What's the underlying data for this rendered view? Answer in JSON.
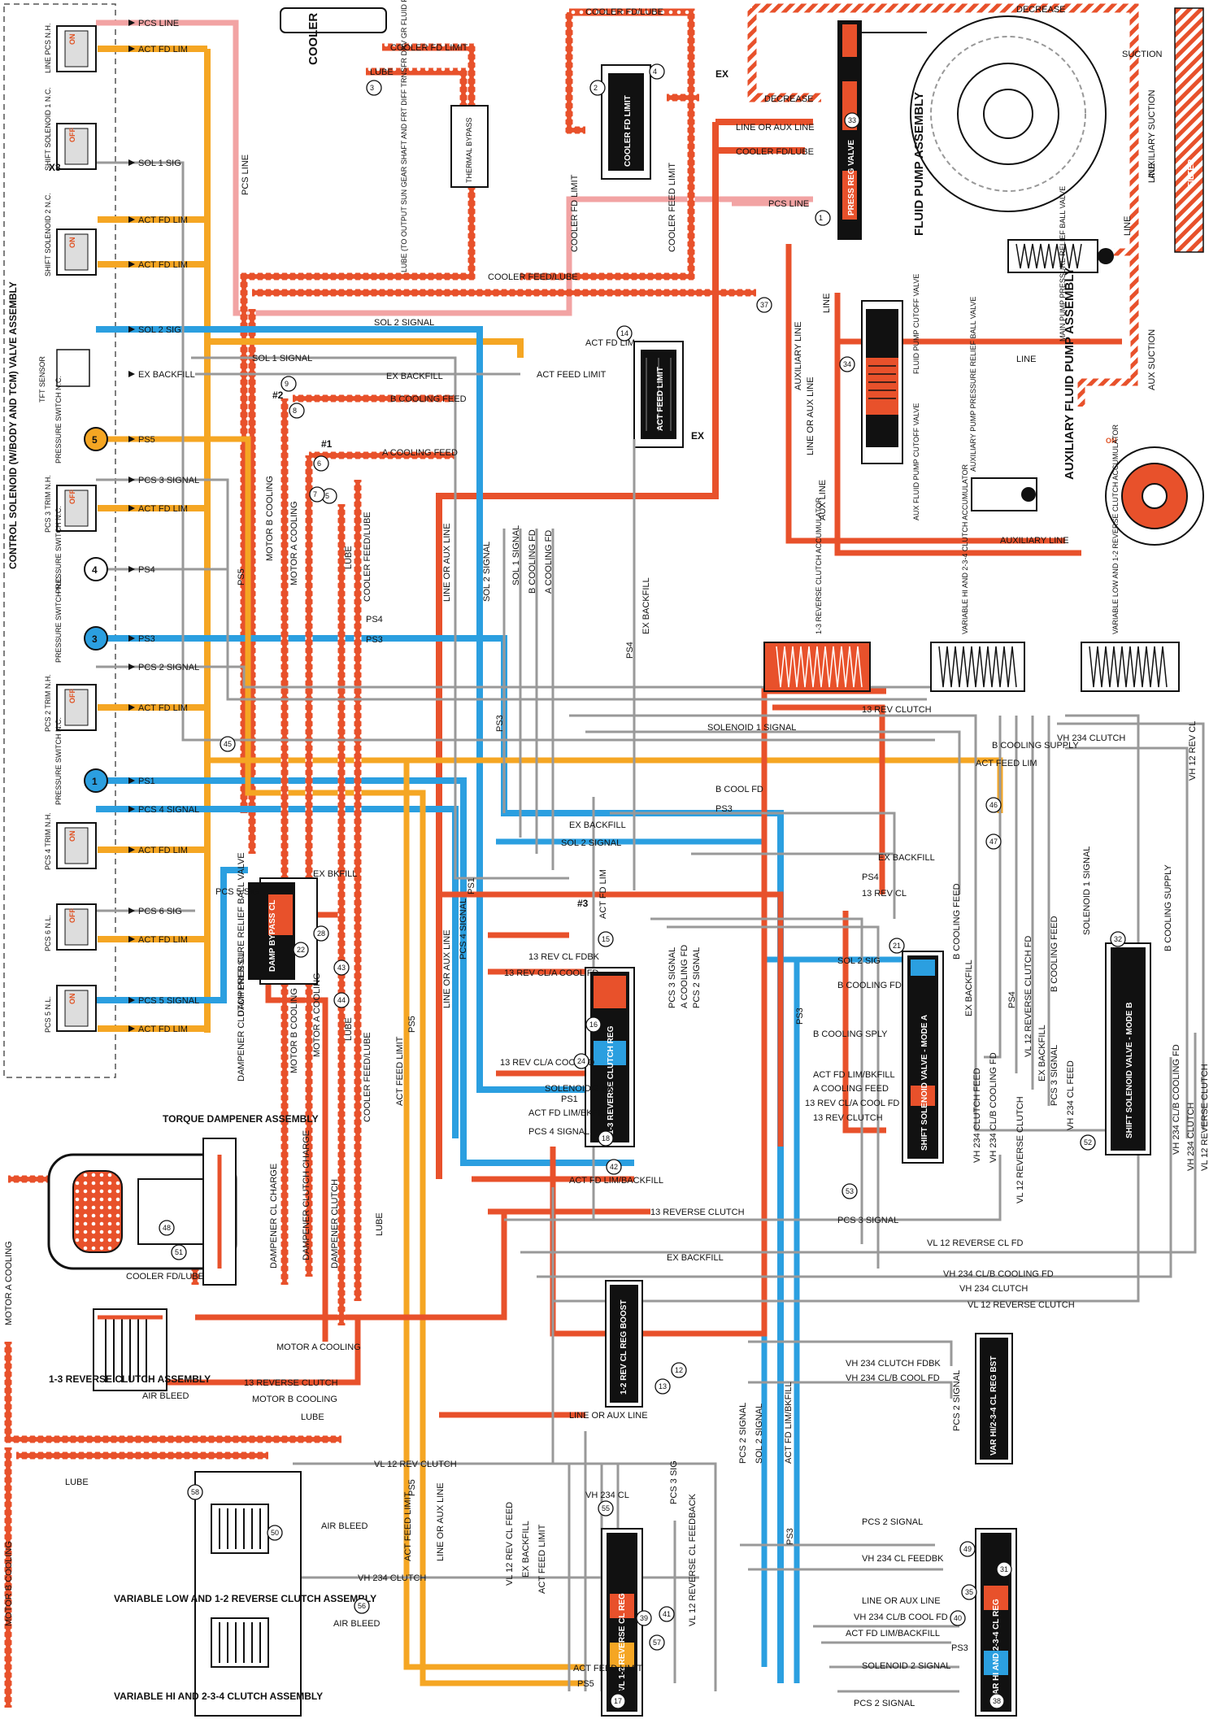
{
  "colors": {
    "orange": "#f5a623",
    "blue": "#2b9fe0",
    "red": "#e8512b",
    "pink": "#f2a3a3",
    "gray": "#999999",
    "black": "#111111"
  },
  "assembly_title": "CONTROL SOLENOID (W/BODY AND TCM) VALVE ASSEMBLY",
  "solenoids": [
    {
      "name": "LINE PCS N.H.",
      "state": "ON"
    },
    {
      "name": "SHIFT SOLENOID 1 N.C.",
      "state": "OFF"
    },
    {
      "name": "SHIFT SOLENOID 2 N.C.",
      "state": "ON"
    },
    {
      "name": "TFT SENSOR",
      "state": ""
    },
    {
      "name": "PRESSURE SWITCH N.C.",
      "state": "5"
    },
    {
      "name": "PCS 3 TRIM N.H.",
      "state": "OFF"
    },
    {
      "name": "PRESSURE SWITCH N.C.",
      "state": "4"
    },
    {
      "name": "PRESSURE SWITCH N.C.",
      "state": "3"
    },
    {
      "name": "PCS 2 TRIM N.H.",
      "state": "OFF"
    },
    {
      "name": "PRESSURE SWITCH N.C.",
      "state": "1"
    },
    {
      "name": "PCS 4 TRIM N.H.",
      "state": "ON"
    },
    {
      "name": "PCS 6 N.L.",
      "state": "OFF"
    },
    {
      "name": "PCS 5 N.L.",
      "state": "ON"
    }
  ],
  "left_lines": [
    {
      "label": "PCS LINE",
      "color": "pink"
    },
    {
      "label": "ACT FD LIM",
      "color": "orange"
    },
    {
      "label": "SOL 1 SIG",
      "color": "gray"
    },
    {
      "label": "ACT FD LIM",
      "color": "orange"
    },
    {
      "label": "ACT FD LIM",
      "color": "orange"
    },
    {
      "label": "SOL 2 SIG",
      "color": "blue"
    },
    {
      "label": "EX BACKFILL",
      "color": "gray"
    },
    {
      "label": "PS5",
      "color": "orange"
    },
    {
      "label": "PCS 3 SIGNAL",
      "color": "gray"
    },
    {
      "label": "ACT FD LIM",
      "color": "orange"
    },
    {
      "label": "PS4",
      "color": "gray"
    },
    {
      "label": "PS3",
      "color": "blue"
    },
    {
      "label": "PCS 2 SIGNAL",
      "color": "gray"
    },
    {
      "label": "ACT FD LIM",
      "color": "orange"
    },
    {
      "label": "PS1",
      "color": "blue"
    },
    {
      "label": "PCS 4 SIGNAL",
      "color": "blue"
    },
    {
      "label": "ACT FD LIM",
      "color": "orange"
    },
    {
      "label": "PCS 6 SIG",
      "color": "gray"
    },
    {
      "label": "ACT FD LIM",
      "color": "orange"
    },
    {
      "label": "PCS 5 SIGNAL",
      "color": "blue"
    },
    {
      "label": "ACT FD LIM",
      "color": "orange"
    }
  ],
  "top": {
    "cooler": "COOLER",
    "cooler_fd_limit": "COOLER FD LIMIT",
    "lube": "LUBE",
    "cooler_fd_lube": "COOLER FD/LUBE",
    "thermal_bypass": "THERMAL BYPASS",
    "lube_note": "LUBE (TO OUTPUT SUN GEAR SHAFT AND FRT DIFF TRNSFR DRV GR FLUID PSG ASSM)",
    "cooler_fd_limit_valve": "COOLER FD LIMIT",
    "cooler_feed_limit": "COOLER FEED LIMIT",
    "cooler_fd_limit_v": "COOLER FD LIMIT",
    "pcs_line": "PCS LINE",
    "cooler_feed_lube": "COOLER FEED/LUBE",
    "sol2_signal": "SOL 2 SIGNAL",
    "act_fd_lim": "ACT FD LIM",
    "sol1_signal": "SOL 1 SIGNAL",
    "ex_backfill": "EX BACKFILL",
    "act_feed_limit": "ACT FEED LIMIT",
    "act_feed_limit_valve": "ACT FEED LIMIT",
    "b_cooling_feed": "B COOLING FEED",
    "a_cooling_feed": "A COOLING FEED",
    "line_or_aux": "LINE OR AUX LINE",
    "motor_b_cooling": "MOTOR B COOLING",
    "motor_a_cooling": "MOTOR A COOLING",
    "lube_v": "LUBE",
    "cooler_feed_lube_v": "COOLER FEED/LUBE",
    "ps5": "PS5",
    "sol2_signal_v": "SOL 2 SIGNAL",
    "sol1_signal_v": "SOL 1 SIGNAL",
    "b_cooling_fd_v": "B COOLING FD",
    "a_cooling_fd_v": "A COOLING FD",
    "ex_backfill_v": "EX BACKFILL",
    "ps4_v": "PS4",
    "ps3_v": "PS3",
    "ps4_h": "PS4",
    "ps3_h": "PS3"
  },
  "pump": {
    "decrease": "DECREASE",
    "decrease2": "DECREASE",
    "suction": "SUCTION",
    "aux_suction": "AUXILIARY SUCTION",
    "aux_suction2": "AUX SUCTION",
    "filter": "FILTER",
    "line_or_aux": "LINE OR AUX LINE",
    "cooler_fd_lube": "COOLER FD/LUBE",
    "pcs_line": "PCS LINE",
    "press_reg_valve": "PRESS REG VALVE",
    "fluid_pump_assembly": "FLUID PUMP ASSEMBLY",
    "main_pump_relief": "MAIN PUMP PRESSURE RELIEF BALL VALVE",
    "line": "LINE",
    "line2": "LINE",
    "line3": "LINE",
    "line4": "LINE",
    "auxiliary_line": "AUXILIARY LINE",
    "fluid_pump_cutoff": "FLUID PUMP CUTOFF VALVE",
    "aux_fluid_pump_cutoff": "AUX FLUID PUMP CUTOFF VALVE",
    "line_or_aux2": "LINE OR AUX LINE",
    "aux_line": "AUX LINE",
    "aux_relief": "AUXILIARY PUMP PRESSURE RELIEF BALL VALVE",
    "aux_pump_assembly": "AUXILIARY FLUID PUMP ASSEMBLY",
    "aux_on": "ON",
    "auxiliary_line2": "AUXILIARY LINE",
    "ex": "EX"
  },
  "accumulators": [
    {
      "name": "1-3 REVERSE CLUTCH ACCUMULATOR"
    },
    {
      "name": "VARIABLE HI AND 2-3-4 CLUTCH ACCUMULATOR"
    },
    {
      "name": "VARIABLE LOW AND 1-2 REVERSE CLUTCH ACCUMULATOR"
    }
  ],
  "mid_lines": [
    {
      "label": "13 REV CLUTCH"
    },
    {
      "label": "SOLENOID 1 SIGNAL"
    },
    {
      "label": "B COOLING SUPPLY"
    },
    {
      "label": "ACT FEED LIM"
    },
    {
      "label": "B COOL FD"
    },
    {
      "label": "PS3"
    },
    {
      "label": "EX BACKFILL"
    },
    {
      "label": "SOL 2 SIGNAL"
    },
    {
      "label": "EX BACKFILL"
    },
    {
      "label": "PS4"
    },
    {
      "label": "13 REV CL"
    },
    {
      "label": "VH 234 CLUTCH"
    },
    {
      "label": "VH 12 REV CL"
    }
  ],
  "valves": {
    "damp_bypass": "DAMP BYPASS CL",
    "rev_clutch_reg": "1-3 REVERSE CLUTCH REG",
    "shift_a": "SHIFT SOLENOID VALVE - MODE A",
    "shift_b": "SHIFT SOLENOID VALVE - MODE B",
    "rev_cl_boost": "1-2 REV CL REG BOOST",
    "var_boost": "VAR HI/2-3-4 CL REG BST",
    "vl12_reg": "VL 1-2 REVERSE CL REG",
    "vh234_reg": "VAR HI AND 2-3-4 CL REG"
  },
  "center_labels": {
    "ex_bkfill": "EX BKFILL",
    "pcs5_sig": "PCS 5 SIG",
    "dampener_cl": "DAMPENER CL",
    "act_fd_lim": "ACT FD LIM",
    "ps1": "PS1",
    "pcs4_signal": "PCS 4 SIGNAL",
    "line_or_aux": "LINE OR AUX LINE",
    "ps5": "PS5",
    "act_feed_limit": "ACT FEED LIMIT",
    "cooler_feed_lube": "COOLER FEED/LUBE",
    "lube": "LUBE",
    "motor_a_cooling": "MOTOR A COOLING",
    "motor_b_cooling": "MOTOR B COOLING",
    "rev_cl_fdbk": "13 REV CL FDBK",
    "rev_cl_a_cool_fd": "13 REV CL/A COOL FD",
    "rev_cl_a_cool_fd2": "13 REV CL/A COOL FD",
    "solenoid2_sig": "SOLENOID 2 SIG",
    "ps1_b": "PS1",
    "act_fd_limbkfill": "ACT FD LIM/BKFILL",
    "pcs4_signal2": "PCS 4 SIGNAL",
    "act_fd_limbkfill2": "ACT FD LIM/BACKFILL",
    "pcs3_signal": "PCS 3 SIGNAL",
    "a_cooling_fd": "A COOLING FD",
    "pcs2_signal": "PCS 2 SIGNAL",
    "sol2_sig": "SOL 2 SIG",
    "b_cooling_fd": "B COOLING FD",
    "b_cooling_sply": "B COOLING SPLY",
    "b_cooling_feed": "B COOLING FEED",
    "ex_backfill": "EX BACKFILL",
    "act_fd_lim_bkfill": "ACT FD LIM/BKFILL",
    "a_cooling_feed": "A COOLING FEED",
    "rev_cl_a_cool_fd3": "13 REV CL/A COOL FD",
    "rev_clutch": "13 REV CLUTCH",
    "ps3": "PS3",
    "ps4": "PS4",
    "solenoid1_signal": "SOLENOID 1 SIGNAL",
    "b_cooling_supply": "B COOLING SUPPLY",
    "b_cooling_feed2": "B COOLING FEED",
    "vl12_reverse_clutch_fd": "VL 12 REVERSE CLUTCH FD",
    "ex_backfill2": "EX BACKFILL",
    "pcs3_signal2": "PCS 3 SIGNAL",
    "vh234_cl_feed": "VH 234 CL FEED",
    "vh234_clutch_feed": "VH 234 CLUTCH FEED",
    "vh234_clb_cooling_fd": "VH 234 CL/B COOLING FD",
    "vl12_reverse_clutch": "VL 12 REVERSE CLUTCH",
    "vh234_clutch": "VH 234 CLUTCH",
    "vh234_clb_cooling_fd2": "VH 234 CL/B COOLING FD",
    "vl12_reverse_clutch2": "VL 12 REVERSE CLUTCH"
  },
  "lower_lines": [
    {
      "label": "13 REVERSE CLUTCH"
    },
    {
      "label": "PCS 3 SIGNAL"
    },
    {
      "label": "VL 12 REVERSE CL FD"
    },
    {
      "label": "EX BACKFILL"
    },
    {
      "label": "VH 234 CL/B COOLING FD"
    },
    {
      "label": "VH 234 CLUTCH"
    },
    {
      "label": "VL 12 REVERSE CLUTCH"
    }
  ],
  "lower_left": {
    "torque_dampener": "TORQUE DAMPENER ASSEMBLY",
    "dampener_relief": "DAMPENER CLUTCH PRESSURE RELIEF BALL VALVE",
    "dampener_cl_charge": "DAMPENER CL CHARGE",
    "dampener_clutch_charge": "DAMPENER CLUTCH CHARGE",
    "dampener_clutch": "DAMPENER CLUTCH",
    "lube": "LUBE",
    "cooler_fd_lube": "COOLER FD/LUBE",
    "motor_a_cooling": "MOTOR A COOLING",
    "motor_a_cooling_v": "MOTOR A COOLING",
    "rev_clutch_assembly": "1-3 REVERSE CLUTCH ASSEMBLY",
    "air_bleed": "AIR BLEED",
    "rev_clutch13": "13 REVERSE CLUTCH",
    "motor_b_cooling": "MOTOR B COOLING",
    "lube2": "LUBE",
    "lube3": "LUBE",
    "motor_b_cooling_v": "MOTOR B COOLING",
    "vl12_rev_clutch": "VL 12 REV CLUTCH",
    "vh234_cl": "VH 234 CL",
    "var_low_assembly": "VARIABLE LOW AND 1-2 REVERSE CLUTCH ASSEMBLY",
    "air_bleed2": "AIR BLEED",
    "vh234_clutch": "VH 234 CLUTCH",
    "air_bleed3": "AIR BLEED",
    "var_hi_assembly": "VARIABLE HI AND 2-3-4 CLUTCH ASSEMBLY"
  },
  "bottom": {
    "line_or_aux": "LINE OR AUX LINE",
    "ps5": "PS5",
    "pcs3_sig": "PCS 3 SIG",
    "pcs2_signal": "PCS 2 SIGNAL",
    "sol2_signal": "SOL 2 SIGNAL",
    "act_fd_limbkfill": "ACT FD LIM/BKFILL",
    "ps3": "PS3",
    "act_feed_limit": "ACT FEED LIMIT",
    "line_or_aux_v": "LINE OR AUX LINE",
    "vl12_rev_cl_feed": "VL 12 REV CL FEED",
    "ex_backfill": "EX BACKFILL",
    "act_feed_limit2": "ACT FEED LIMIT",
    "vl12_reverse_cl_feedback": "VL 12 REVERSE CL FEEDBACK",
    "act_feed_limit3": "ACT FEED LIMIT",
    "ps5_b": "PS5",
    "fdbk": "FDBK",
    "vh234_clutch_fdbk": "VH 234 CLUTCH FDBK",
    "vh234_clb_cool_fd": "VH 234 CL/B COOL FD",
    "pcs2_signal2": "PCS 2 SIGNAL",
    "pcs2_signal3": "PCS 2 SIGNAL",
    "vh234_cl_feedbk": "VH 234 CL FEEDBK",
    "line_or_aux2": "LINE OR AUX LINE",
    "vh234_clb_cool_fd2": "VH 234 CL/B COOL FD",
    "act_fd_limbackfill": "ACT FD LIM/BACKFILL",
    "ps3_b": "PS3",
    "solenoid2_signal": "SOLENOID 2 SIGNAL",
    "pcs2_signal4": "PCS 2 SIGNAL"
  },
  "markers": [
    "#1",
    "#2",
    "#3",
    "EX",
    "X3",
    "EX"
  ],
  "circled_numbers": [
    "1",
    "2",
    "3",
    "4",
    "5",
    "6",
    "7",
    "8",
    "9",
    "12",
    "13",
    "14",
    "15",
    "16",
    "17",
    "18",
    "21",
    "22",
    "24",
    "28",
    "31",
    "32",
    "33",
    "34",
    "35",
    "37",
    "38",
    "39",
    "40",
    "41",
    "42",
    "43",
    "44",
    "45",
    "46",
    "47",
    "48",
    "49",
    "50",
    "51",
    "52",
    "53",
    "55",
    "56",
    "57",
    "58"
  ]
}
